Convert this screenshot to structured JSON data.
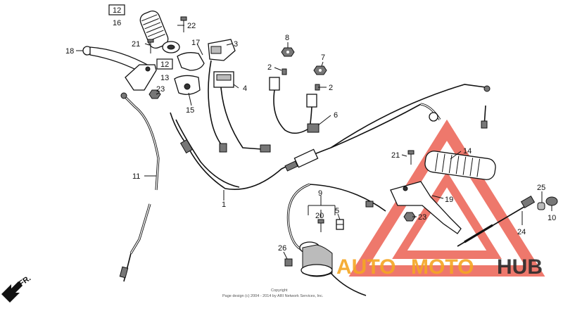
{
  "diagram": {
    "callouts": [
      {
        "id": "16",
        "text": "16"
      },
      {
        "id": "12a",
        "text": "12"
      },
      {
        "id": "12b",
        "text": "12"
      },
      {
        "id": "22",
        "text": "22"
      },
      {
        "id": "21a",
        "text": "21"
      },
      {
        "id": "17",
        "text": "17"
      },
      {
        "id": "3",
        "text": "3"
      },
      {
        "id": "18",
        "text": "18"
      },
      {
        "id": "13",
        "text": "13"
      },
      {
        "id": "23a",
        "text": "23"
      },
      {
        "id": "15",
        "text": "15"
      },
      {
        "id": "4",
        "text": "4"
      },
      {
        "id": "8",
        "text": "8"
      },
      {
        "id": "7",
        "text": "7"
      },
      {
        "id": "2a",
        "text": "2"
      },
      {
        "id": "2b",
        "text": "2"
      },
      {
        "id": "6",
        "text": "6"
      },
      {
        "id": "11",
        "text": "11"
      },
      {
        "id": "1",
        "text": "1"
      },
      {
        "id": "21b",
        "text": "21"
      },
      {
        "id": "14",
        "text": "14"
      },
      {
        "id": "9",
        "text": "9"
      },
      {
        "id": "20",
        "text": "20"
      },
      {
        "id": "5",
        "text": "5"
      },
      {
        "id": "23b",
        "text": "23"
      },
      {
        "id": "19",
        "text": "19"
      },
      {
        "id": "25",
        "text": "25"
      },
      {
        "id": "10",
        "text": "10"
      },
      {
        "id": "24",
        "text": "24"
      },
      {
        "id": "26",
        "text": "26"
      }
    ],
    "direction_label": "FR.",
    "copyright": {
      "line1": "Copyright",
      "line2": "Page design (c) 2004 - 2014 by ARI Network Services, Inc."
    },
    "watermark": {
      "auto": "AUTO",
      "moto": "MOTO",
      "hub": "HUB",
      "colors": {
        "auto": "#f5a623",
        "moto": "#f5a623",
        "hub": "#2b2b2b",
        "triangle": "#e94b3c"
      }
    }
  }
}
